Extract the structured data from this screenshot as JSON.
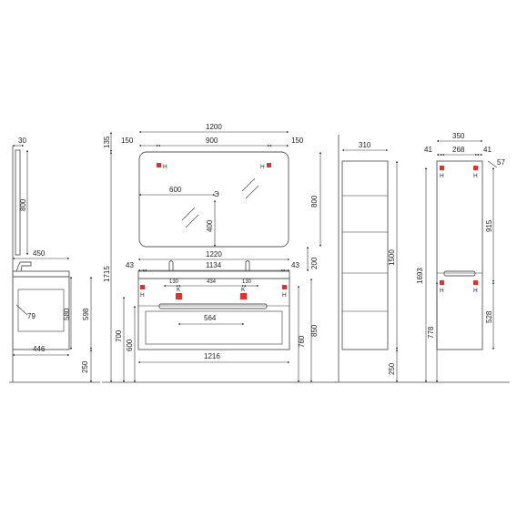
{
  "colors": {
    "line": "#333333",
    "mount_marker": "#e03030"
  },
  "side_view": {
    "mirror_depth": "30",
    "mirror_height": "800",
    "top_depth": "450",
    "basin_overhang": "79",
    "cabinet_inner_height": "580",
    "cabinet_height": "598",
    "cabinet_depth": "446",
    "floor_gap": "250"
  },
  "front_view": {
    "mirror_width": "1200",
    "mirror_top_offset": "135",
    "mirror_edge_left": "150",
    "mirror_hook_spacing": "900",
    "mirror_edge_right": "150",
    "mirror_height": "800",
    "switch_offset_x": "600",
    "switch_offset_y": "400",
    "switch_symbol": "Э",
    "total_height": "1715",
    "top_width": "1220",
    "side_offset_left": "43",
    "hook_spacing": "1134",
    "side_offset_right": "43",
    "mirror_gap": "200",
    "basin_k_left": "130",
    "basin_spacing": "434",
    "basin_k_right": "130",
    "handle_width": "564",
    "cabinet_width": "1216",
    "height_700": "700",
    "height_600": "600",
    "height_760": "760",
    "height_850": "850",
    "hook_label": "H",
    "drain_label": "K"
  },
  "column_side": {
    "depth": "310",
    "height": "1500",
    "floor_gap": "250"
  },
  "column_front": {
    "width": "350",
    "edge_left": "41",
    "hook_spacing": "268",
    "edge_right": "41",
    "top_offset": "57",
    "upper_height": "915",
    "total_height": "1693",
    "lower_height": "528",
    "mount_height": "778",
    "hook_label": "H"
  }
}
